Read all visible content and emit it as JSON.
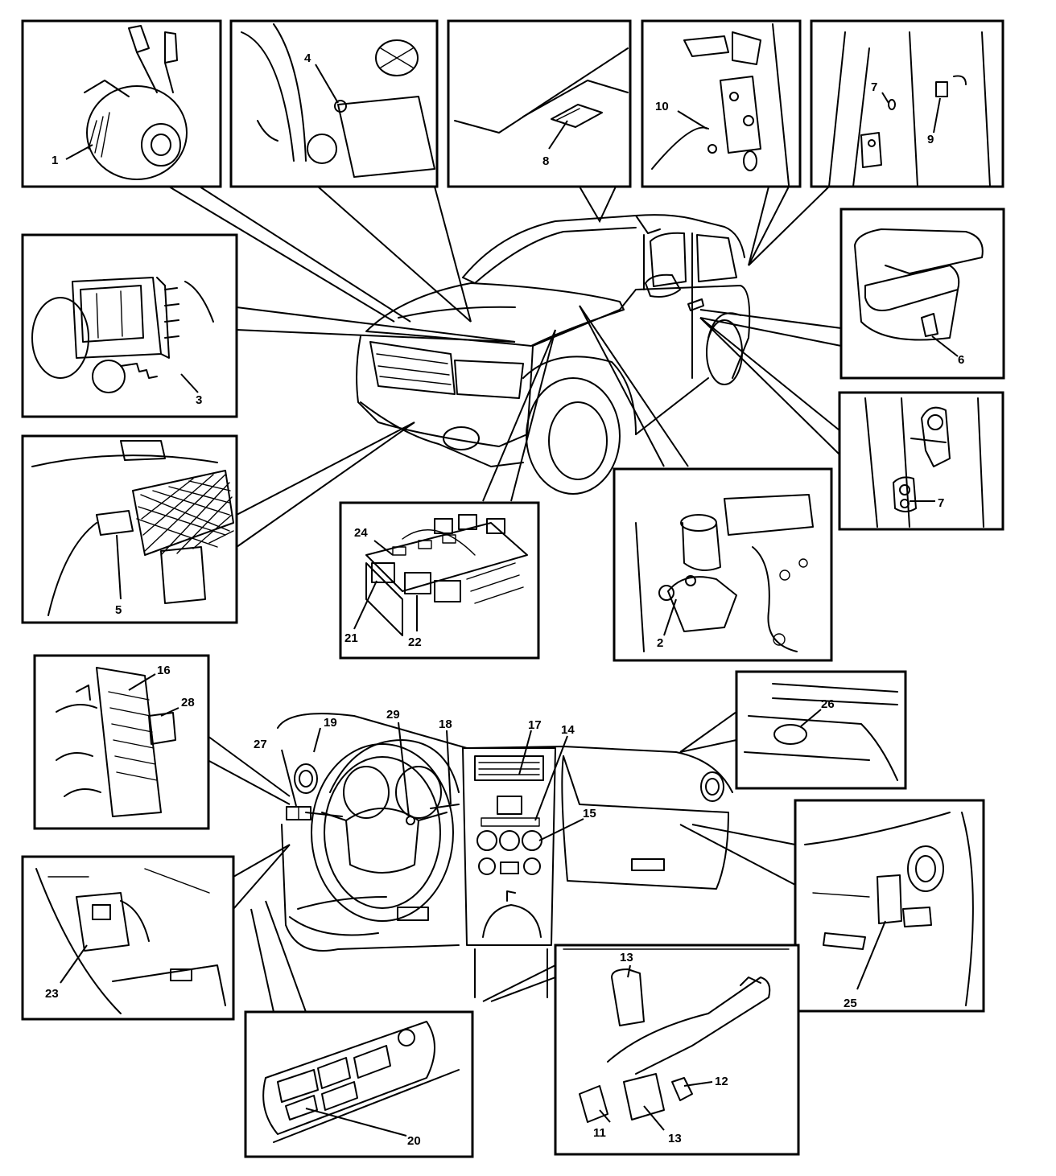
{
  "labels": {
    "n1": "1",
    "n2": "2",
    "n3": "3",
    "n4": "4",
    "n5": "5",
    "n6": "6",
    "n7a": "7",
    "n7b": "7",
    "n8": "8",
    "n9": "9",
    "n10": "10",
    "n11": "11",
    "n12": "12",
    "n13a": "13",
    "n13b": "13",
    "n14": "14",
    "n15": "15",
    "n16": "16",
    "n17": "17",
    "n18": "18",
    "n19": "19",
    "n20": "20",
    "n21": "21",
    "n22": "22",
    "n23": "23",
    "n24": "24",
    "n25": "25",
    "n26": "26",
    "n27": "27",
    "n28": "28",
    "n29": "29"
  }
}
